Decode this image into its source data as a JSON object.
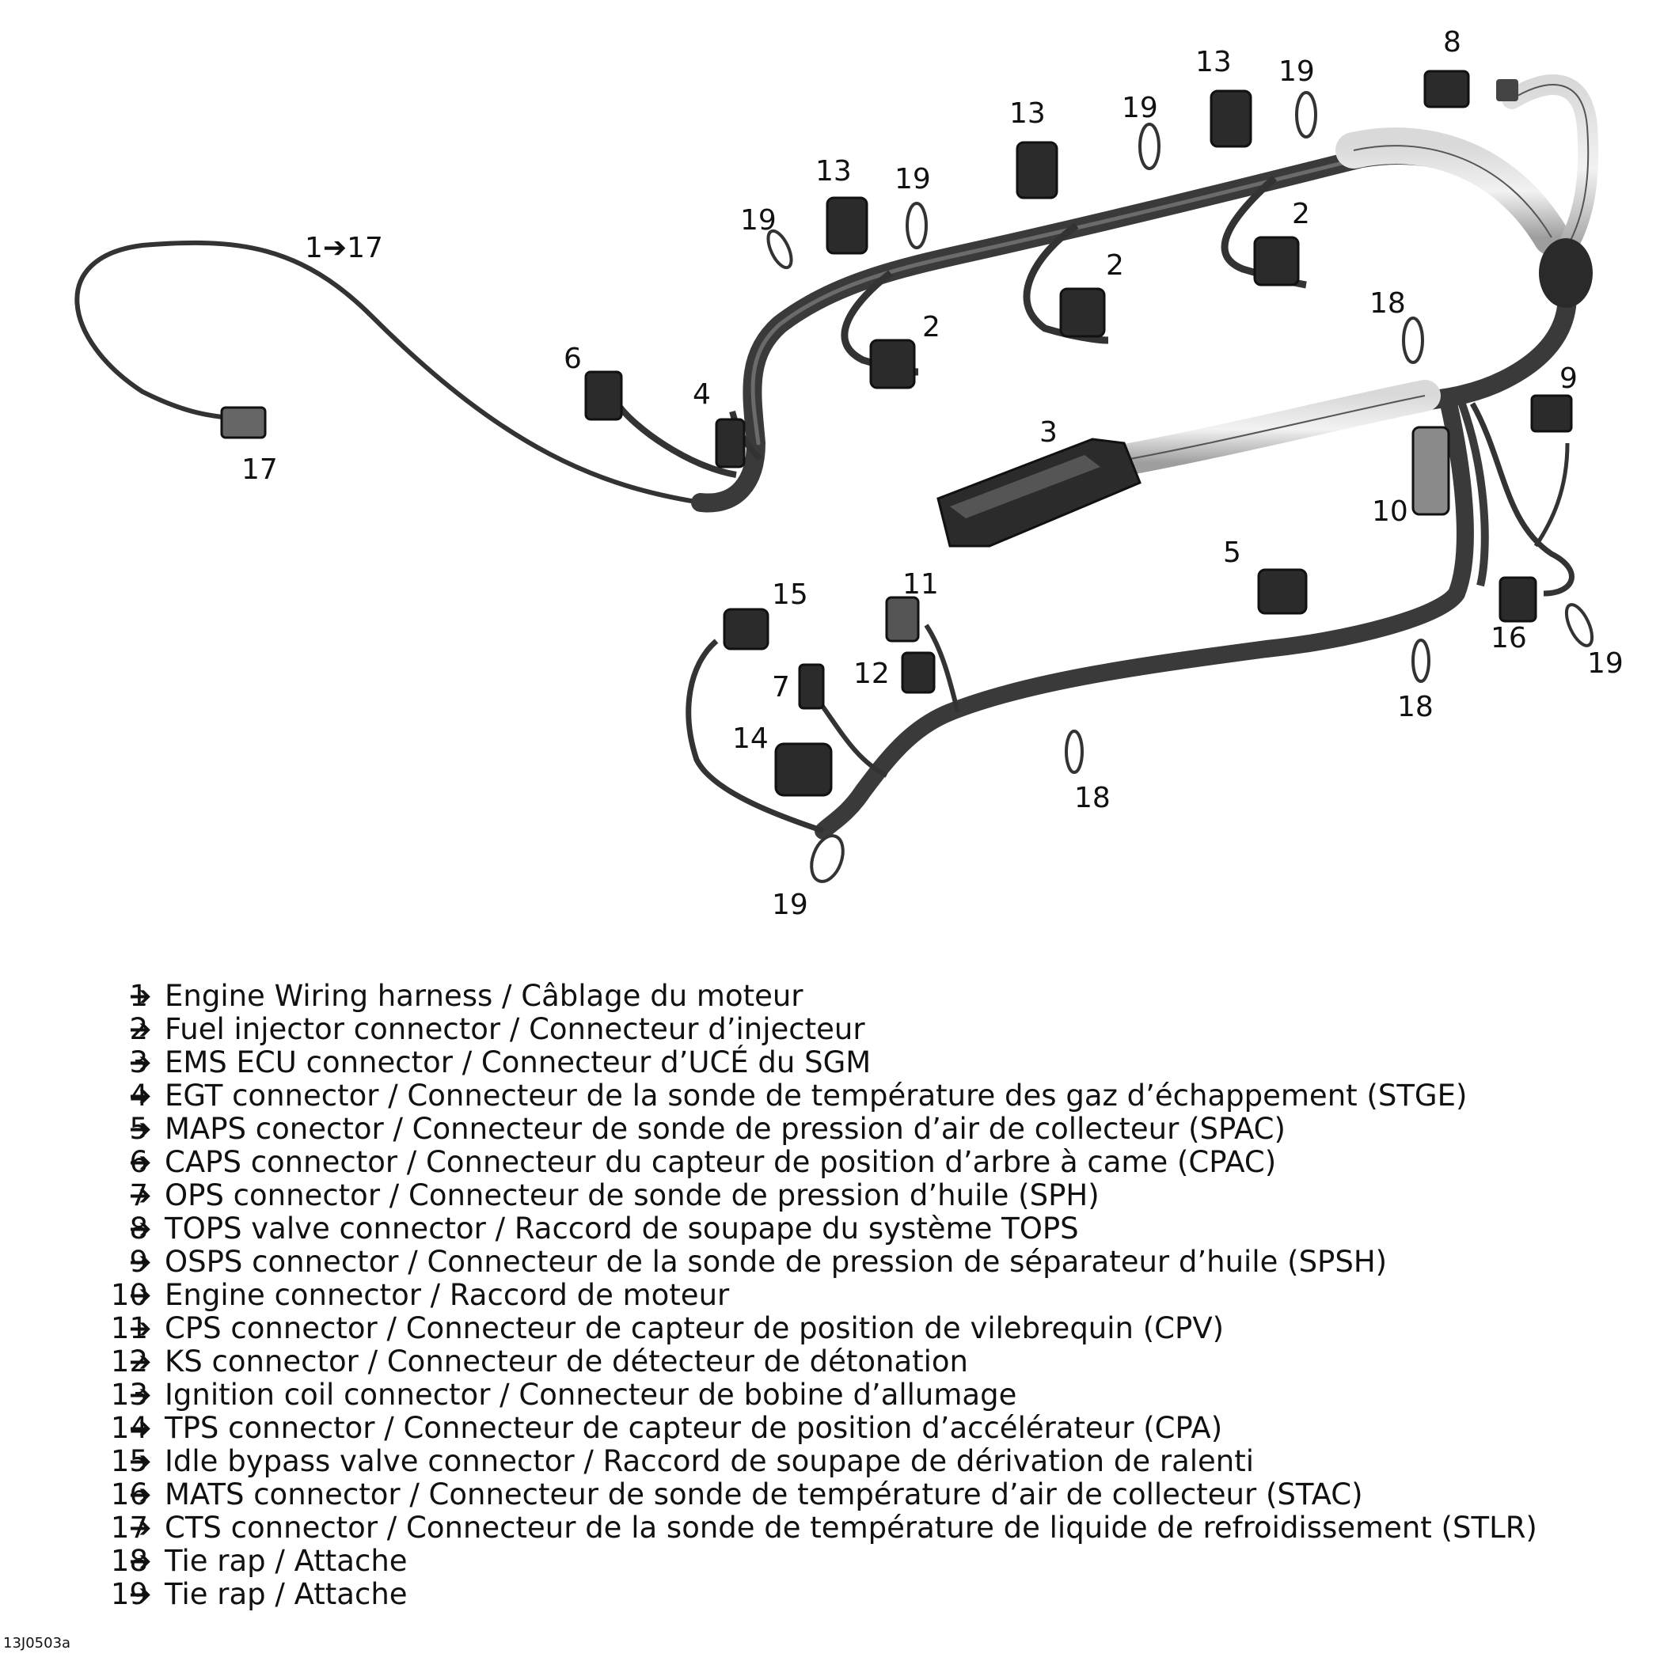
{
  "callouts": {
    "c1to17": "1➔17",
    "c2a": "2",
    "c2b": "2",
    "c2c": "2",
    "c3": "3",
    "c4": "4",
    "c5": "5",
    "c6": "6",
    "c7": "7",
    "c8": "8",
    "c9": "9",
    "c10": "10",
    "c11": "11",
    "c12": "12",
    "c13a": "13",
    "c13b": "13",
    "c13c": "13",
    "c14": "14",
    "c15": "15",
    "c16": "16",
    "c17": "17",
    "c18a": "18",
    "c18b": "18",
    "c18c": "18",
    "c19a": "19",
    "c19b": "19",
    "c19c": "19",
    "c19d": "19",
    "c19e": "19",
    "c19f": "19"
  },
  "legend": {
    "arrow": "➔",
    "items": [
      {
        "num": "1",
        "text": "Engine Wiring harness / Câblage du moteur"
      },
      {
        "num": "2",
        "text": "Fuel injector connector / Connecteur d’injecteur"
      },
      {
        "num": "3",
        "text": "EMS ECU connector / Connecteur d’UCÉ du SGM"
      },
      {
        "num": "4",
        "text": "EGT connector / Connecteur de la sonde de température des gaz d’échappement (STGE)"
      },
      {
        "num": "5",
        "text": "MAPS conector / Connecteur de sonde de pression d’air de collecteur (SPAC)"
      },
      {
        "num": "6",
        "text": "CAPS connector / Connecteur du capteur de position d’arbre à came (CPAC)"
      },
      {
        "num": "7",
        "text": "OPS connector / Connecteur de sonde de pression d’huile (SPH)"
      },
      {
        "num": "8",
        "text": "TOPS valve connector / Raccord de soupape du système TOPS"
      },
      {
        "num": "9",
        "text": "OSPS connector / Connecteur de la sonde de pression de séparateur d’huile (SPSH)"
      },
      {
        "num": "10",
        "text": "Engine connector / Raccord de moteur"
      },
      {
        "num": "11",
        "text": "CPS connector / Connecteur de capteur de position de vilebrequin (CPV)"
      },
      {
        "num": "12",
        "text": "KS connector / Connecteur de détecteur de détonation"
      },
      {
        "num": "13",
        "text": "Ignition coil connector / Connecteur de bobine d’allumage"
      },
      {
        "num": "14",
        "text": "TPS connector / Connecteur de capteur de position d’accélérateur (CPA)"
      },
      {
        "num": "15",
        "text": "Idle bypass valve connector / Raccord de soupape de dérivation de ralenti"
      },
      {
        "num": "16",
        "text": "MATS connector / Connecteur de sonde de température d’air de collecteur (STAC)"
      },
      {
        "num": "17",
        "text": "CTS connector / Connecteur de la sonde de température de liquide de refroidissement (STLR)"
      },
      {
        "num": "18",
        "text": "Tie rap / Attache"
      },
      {
        "num": "19",
        "text": "Tie rap / Attache"
      }
    ]
  },
  "figure_id": "13J0503a"
}
